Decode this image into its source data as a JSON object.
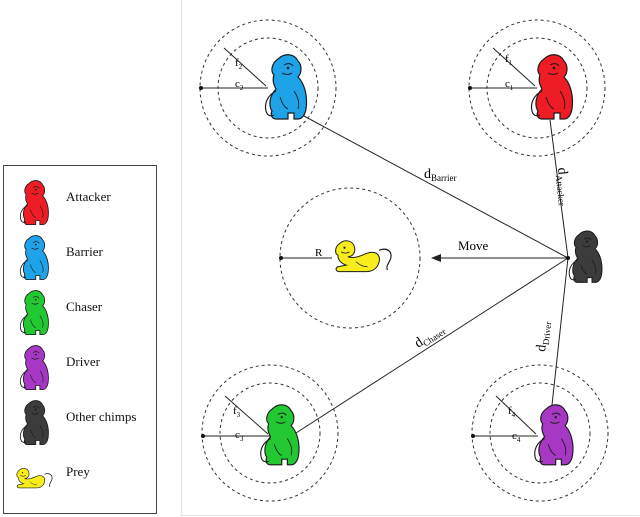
{
  "legend": {
    "items": [
      {
        "label": "Attacker",
        "color": "#ee1c24",
        "icon": "chimp-icon"
      },
      {
        "label": "Barrier",
        "color": "#1ea3e8",
        "icon": "chimp-icon"
      },
      {
        "label": "Chaser",
        "color": "#22c832",
        "icon": "chimp-icon"
      },
      {
        "label": "Driver",
        "color": "#a638c4",
        "icon": "chimp-icon"
      },
      {
        "label": "Other chimps",
        "color": "#3c3c3c",
        "icon": "chimp-icon"
      },
      {
        "label": "Prey",
        "color": "#f7ec1c",
        "icon": "monkey-icon"
      }
    ]
  },
  "diagram": {
    "attacker": {
      "f": "f",
      "f_sub": "1",
      "c": "c",
      "c_sub": "1",
      "color": "#ee1c24"
    },
    "barrier": {
      "f": "f",
      "f_sub": "2",
      "c": "c",
      "c_sub": "2",
      "color": "#1ea3e8"
    },
    "chaser": {
      "f": "f",
      "f_sub": "3",
      "c": "c",
      "c_sub": "3",
      "color": "#22c832"
    },
    "driver": {
      "f": "f",
      "f_sub": "4",
      "c": "c",
      "c_sub": "4",
      "color": "#a638c4"
    },
    "other": {
      "color": "#3c3c3c"
    },
    "prey": {
      "r_label": "R",
      "color": "#f7ec1c"
    },
    "move_label": "Move",
    "distances": {
      "barrier": {
        "d": "d",
        "sub": "Barrier"
      },
      "attacker": {
        "d": "d",
        "sub": "Attacker"
      },
      "chaser": {
        "d": "d",
        "sub": "Chaser"
      },
      "driver": {
        "d": "d",
        "sub": "Driver"
      }
    }
  }
}
